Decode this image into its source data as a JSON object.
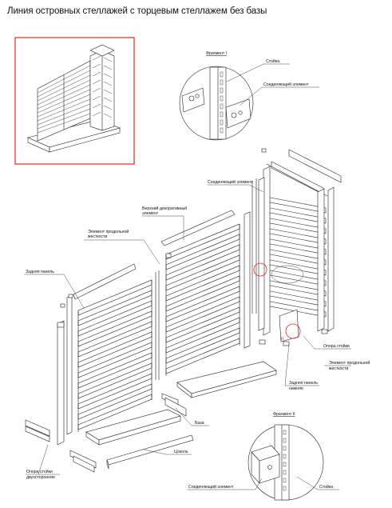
{
  "title": "Линия островных стеллажей с торцевым стеллажем без базы",
  "labels": {
    "fragment1_title": "Фрагмент I",
    "f1_stoyka": "Стойка",
    "f1_connector": "Соединяющий элемент",
    "connector_top": "Соединяющий элемент",
    "top_decor_1": "Верхний декоративный",
    "top_decor_2": "элемент",
    "long_elem_1": "Элемент продольной",
    "long_elem_2": "жесткости",
    "back_panel": "Задняя панель",
    "support_post": "Опора стойки",
    "long_elem_r_1": "Элемент продольной",
    "long_elem_r_2": "жесткости",
    "back_low_1": "Задняя панель",
    "back_low_2": "нижняя",
    "base": "База",
    "plinth": "Цоколь",
    "support_two_1": "Опора стойки",
    "support_two_2": "двухсторонняя",
    "fragment2_title": "Фрагмент II",
    "f2_connector": "Соединяющий элемент",
    "f2_stoyka": "Стойка",
    "marker_1": "I",
    "marker_2": "II"
  },
  "colors": {
    "highlight": "#e8261b",
    "line": "#222222"
  }
}
